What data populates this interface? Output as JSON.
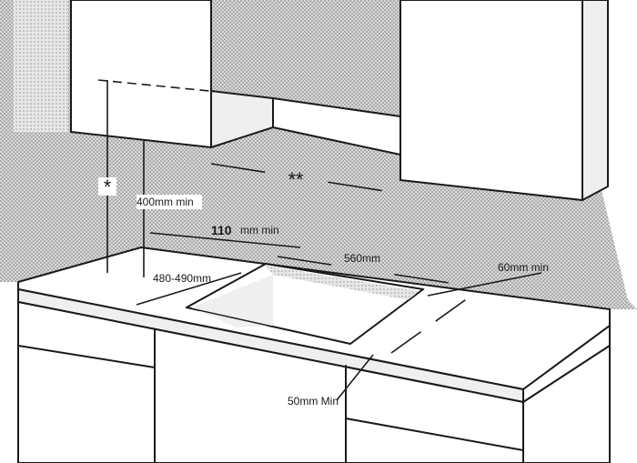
{
  "dimensions": {
    "wall_cabinet_height_symbol": "*",
    "cabinet_gap_symbol": "**",
    "height_min": "400mm min",
    "back_gap_value": "110",
    "back_gap_unit": "mm min",
    "cutout_width": "560mm",
    "cutout_depth": "480-490mm",
    "side_gap": "60mm min",
    "front_gap": "50mm Min"
  }
}
